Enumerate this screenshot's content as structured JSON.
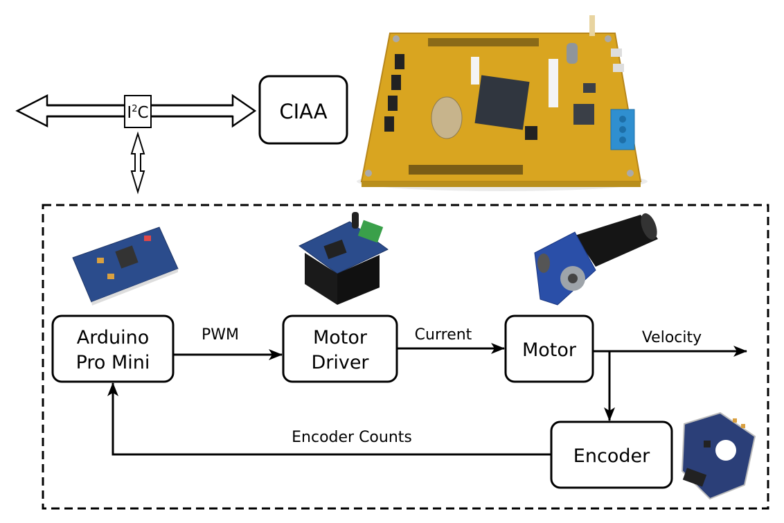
{
  "diagram": {
    "bus": {
      "label_main": "I",
      "label_sup": "2",
      "label_tail": "C"
    },
    "ciaa": {
      "label": "CIAA",
      "image": "ciaa-board-photo"
    },
    "subsystem": {
      "blocks": {
        "arduino": {
          "line1": "Arduino",
          "line2": "Pro Mini",
          "image": "arduino-pro-mini-photo"
        },
        "driver": {
          "line1": "Motor",
          "line2": "Driver",
          "image": "motor-driver-photo"
        },
        "motor": {
          "label": "Motor",
          "image": "gear-motor-photo"
        },
        "encoder": {
          "label": "Encoder",
          "image": "encoder-photo"
        }
      },
      "signals": {
        "pwm": "PWM",
        "current": "Current",
        "velocity": "Velocity",
        "encoder_counts": "Encoder Counts"
      }
    },
    "colors": {
      "pcb_yellow": "#d9a520",
      "pcb_blue": "#2b4c8c",
      "heatsink": "#1a1a1a",
      "terminal_green": "#3aa04a",
      "terminal_blue": "#2f8fd0",
      "motor_blue": "#2a4fa8",
      "motor_body": "#151515"
    }
  }
}
